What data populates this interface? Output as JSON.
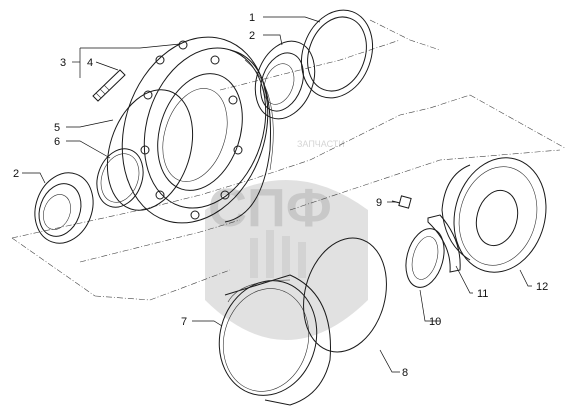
{
  "diagram": {
    "callouts": [
      {
        "id": "c1",
        "label": "1"
      },
      {
        "id": "c2a",
        "label": "2"
      },
      {
        "id": "c3",
        "label": "3"
      },
      {
        "id": "c4",
        "label": "4"
      },
      {
        "id": "c5",
        "label": "5"
      },
      {
        "id": "c6",
        "label": "6"
      },
      {
        "id": "c2b",
        "label": "2"
      },
      {
        "id": "c7",
        "label": "7"
      },
      {
        "id": "c8",
        "label": "8"
      },
      {
        "id": "c9",
        "label": "9"
      },
      {
        "id": "c10",
        "label": "10"
      },
      {
        "id": "c11",
        "label": "11"
      },
      {
        "id": "c12",
        "label": "12"
      }
    ],
    "watermark": {
      "brand_small": "ЗАПЧАСТИ",
      "brand_large": "СПФ"
    }
  }
}
